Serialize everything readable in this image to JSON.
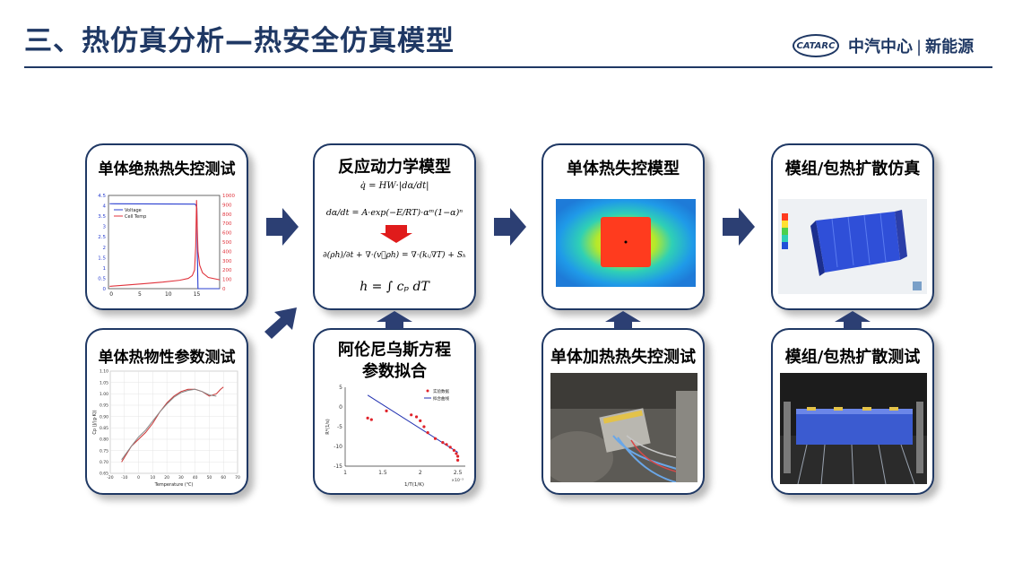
{
  "header": {
    "title": "三、热仿真分析—热安全仿真模型",
    "logo_badge": "CATARC",
    "logo_text": "中汽中心",
    "logo_sep": "|",
    "logo_sub": "新能源"
  },
  "cards": {
    "cell_adiabatic": {
      "title": "单体绝热热失控测试",
      "chart_data": {
        "type": "line",
        "title": "",
        "x_ticks": [
          "0",
          "5",
          "10",
          "15"
        ],
        "y_left_ticks": [
          "0",
          "0.5",
          "1",
          "1.5",
          "2",
          "2.5",
          "3",
          "3.5",
          "4",
          "4.5"
        ],
        "y_right_ticks": [
          "0",
          "100",
          "200",
          "300",
          "400",
          "500",
          "600",
          "700",
          "800",
          "900",
          "1000"
        ],
        "xlim": [
          -0.5,
          19
        ],
        "ylim_left": [
          0,
          4.5
        ],
        "ylim_right": [
          0,
          1000
        ],
        "series": [
          {
            "name": "Voltage",
            "color": "#2a3fd0",
            "axis": "left",
            "x": [
              -0.3,
              14.6,
              14.8,
              15.0,
              15.1,
              15.2,
              19
            ],
            "y": [
              4.1,
              4.08,
              4.05,
              3.9,
              1.5,
              0,
              0
            ]
          },
          {
            "name": "Cell Temp",
            "color": "#e0333c",
            "axis": "right",
            "x": [
              -0.3,
              3,
              6,
              9,
              12,
              13.5,
              14.2,
              14.6,
              14.8,
              14.95,
              15.05,
              15.2,
              15.5,
              16,
              17,
              19
            ],
            "y": [
              25,
              40,
              55,
              70,
              90,
              110,
              140,
              200,
              450,
              950,
              700,
              400,
              250,
              170,
              120,
              95
            ]
          }
        ]
      }
    },
    "cell_thermophys": {
      "title": "单体热物性参数测试",
      "chart_data": {
        "type": "line",
        "xlabel": "Temperature (℃)",
        "ylabel": "Cp (J/(g·K))",
        "x_ticks": [
          "-20",
          "-10",
          "0",
          "10",
          "20",
          "30",
          "40",
          "50",
          "60",
          "70"
        ],
        "y_ticks": [
          "0.65",
          "0.70",
          "0.75",
          "0.80",
          "0.85",
          "0.90",
          "0.95",
          "1.00",
          "1.05",
          "1.10"
        ],
        "xlim": [
          -20,
          70
        ],
        "ylim": [
          0.65,
          1.1
        ],
        "series": [
          {
            "color": "#cc3333",
            "x": [
              -12,
              -5,
              0,
              5,
              10,
              15,
              20,
              25,
              30,
              35,
              40,
              45,
              50,
              55,
              58,
              60
            ],
            "y": [
              0.7,
              0.77,
              0.8,
              0.83,
              0.87,
              0.92,
              0.96,
              0.99,
              1.01,
              1.02,
              1.02,
              1.01,
              0.99,
              1.0,
              1.02,
              1.03
            ]
          },
          {
            "color": "#888888",
            "x": [
              -12,
              -5,
              0,
              5,
              10,
              15,
              20,
              25,
              30,
              35,
              40,
              45,
              50,
              55
            ],
            "y": [
              0.71,
              0.77,
              0.81,
              0.84,
              0.88,
              0.92,
              0.955,
              0.985,
              1.005,
              1.015,
              1.02,
              1.01,
              0.995,
              0.99
            ]
          }
        ]
      }
    },
    "kinetics": {
      "title": "反应动力学模型",
      "eq1": "q̇ = HW·|dα/dt|",
      "eq2": "dα/dt = A·exp(−E/RT)·αᵐ(1−α)ⁿ",
      "eq3": "∂(ρh)/∂t + ∇·(v⃗ρh) = ∇·(kᵢⱼ∇T) + Sₕ",
      "eq4": "h = ∫ cₚ dT"
    },
    "arrhenius": {
      "title_line1": "阿伦尼乌斯方程",
      "title_line2": "参数拟合",
      "chart_data": {
        "type": "scatter",
        "xlabel": "1/T(1/K)",
        "ylabel": "R*(1/s)",
        "x_ticks": [
          "1",
          "1.5",
          "2",
          "2.5"
        ],
        "x_exp": "×10⁻³",
        "y_ticks": [
          "5",
          "0",
          "-5",
          "-10",
          "-15"
        ],
        "xlim": [
          1.0,
          2.6
        ],
        "ylim": [
          -15,
          5
        ],
        "legend": [
          "实验数据",
          "拟合曲线"
        ],
        "series": [
          {
            "name": "实验数据",
            "color": "#e0222a",
            "x": [
              1.3,
              1.35,
              1.55,
              1.88,
              1.95,
              2.0,
              2.05,
              2.1,
              2.2,
              2.3,
              2.35,
              2.4,
              2.45,
              2.48,
              2.5,
              2.5
            ],
            "y": [
              -2.8,
              -3.2,
              -1.0,
              -2.0,
              -2.5,
              -3.5,
              -5,
              -6.5,
              -8,
              -9,
              -9.5,
              -10.2,
              -11,
              -11.8,
              -12.5,
              -13.5
            ]
          },
          {
            "name": "拟合曲线",
            "color": "#1f2fb0",
            "x": [
              1.3,
              2.5
            ],
            "y": [
              3.0,
              -11.5
            ]
          }
        ]
      }
    },
    "cell_model": {
      "title": "单体热失控模型",
      "fill": {
        "outer": "#1e7bd8",
        "mid": "#2fd0b5",
        "inner": "#b6e82a",
        "hot": "#ff3b1e"
      }
    },
    "cell_heating": {
      "title": "单体加热热失控测试"
    },
    "module_sim": {
      "title": "模组/包热扩散仿真"
    },
    "module_test": {
      "title": "模组/包热扩散测试"
    }
  },
  "colors": {
    "navy": "#1f3864",
    "arrow": "#2c3f73"
  }
}
